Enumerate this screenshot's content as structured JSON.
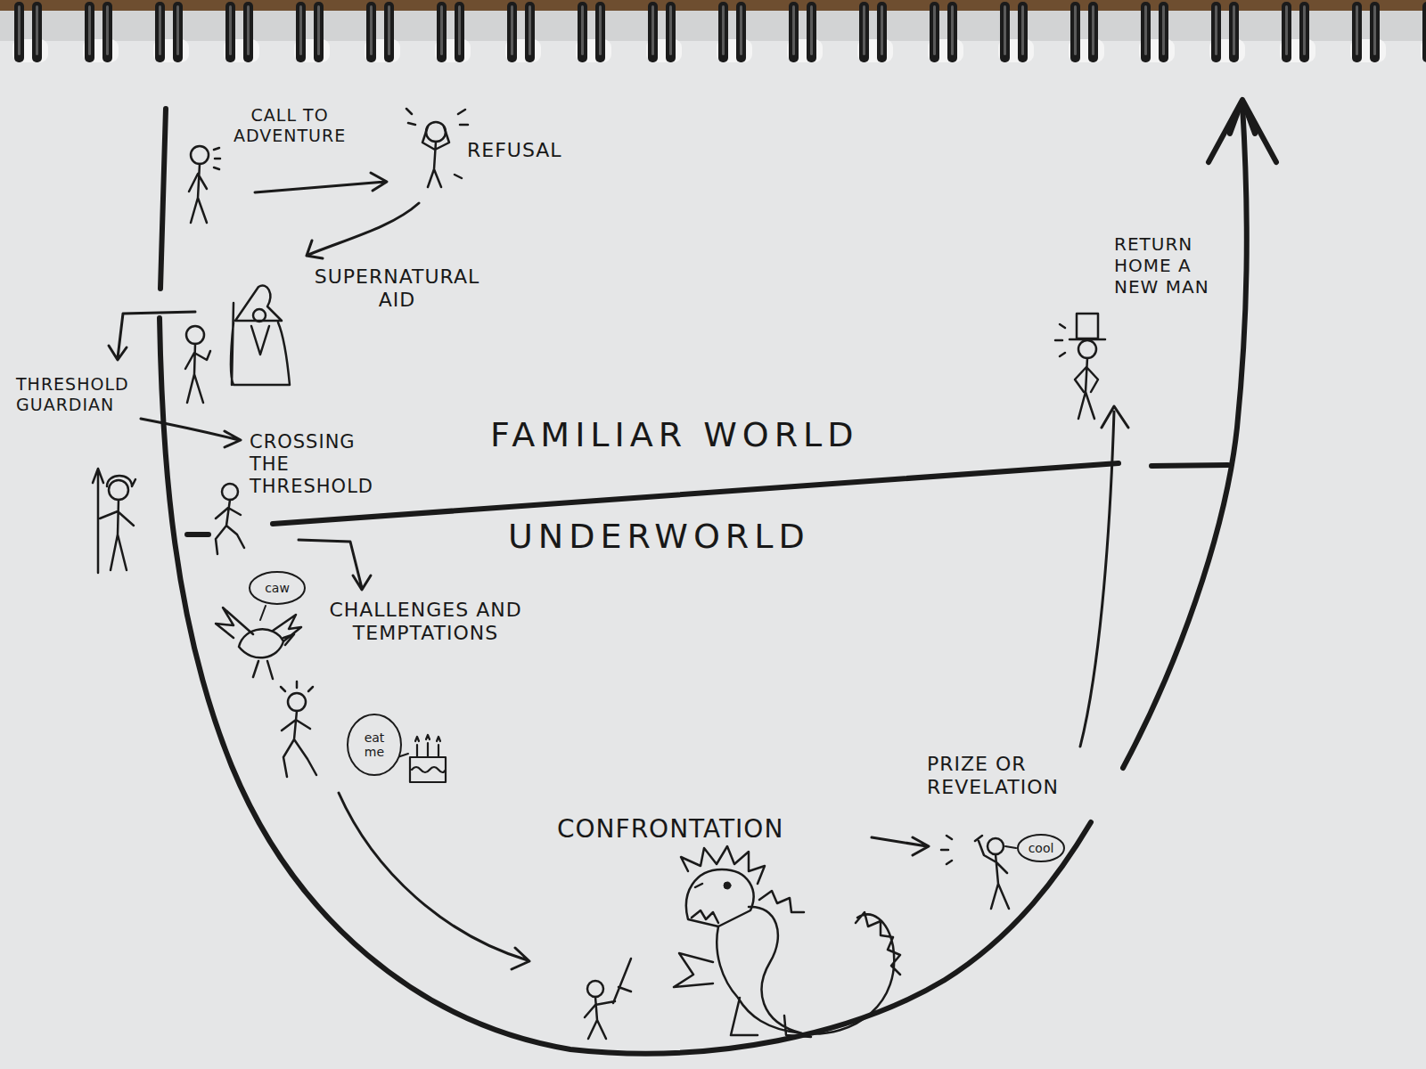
{
  "diagram": {
    "nodes": [
      {
        "text": [
          "caw"
        ]
      },
      {
        "text": [
          "eat me"
        ]
      },
      {
        "text": [
          "cool"
        ]
      }
    ],
    "labels": [
      "CALL TO ADVENTURE",
      "REFUSAL",
      "SUPERNATURAL AID",
      "THRESHOLD GUARDIAN",
      "CROSSING THE THRESHOLD",
      "FAMILIAR WORLD",
      "UNDERWORLD",
      "CHALLENGES AND TEMPTATIONS",
      "CONFRONTATION",
      "PRIZE OR REVELATION",
      "RETURN HOME A NEW MAN"
    ]
  }
}
